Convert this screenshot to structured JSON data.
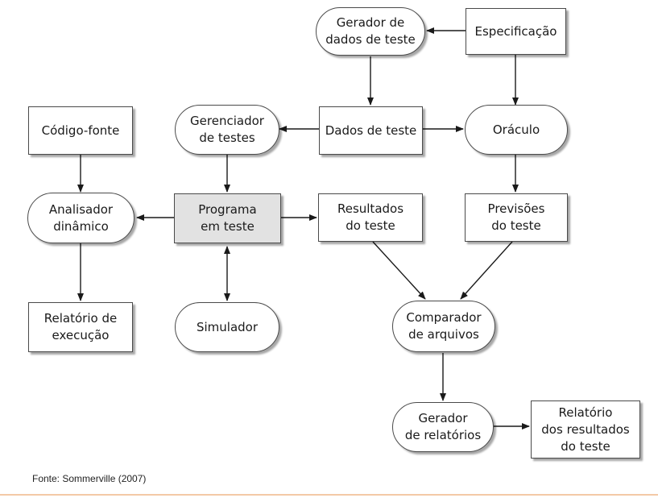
{
  "diagram": {
    "nodes": {
      "gerador_dados": "Gerador de\ndados de teste",
      "especificacao": "Especificação",
      "codigo_fonte": "Código-fonte",
      "gerenciador": "Gerenciador\nde testes",
      "dados_teste": "Dados de teste",
      "oraculo": "Oráculo",
      "analisador": "Analisador\ndinâmico",
      "programa": "Programa\nem teste",
      "resultados": "Resultados\ndo teste",
      "previsoes": "Previsões\ndo teste",
      "relatorio_execucao": "Relatório de\nexecução",
      "simulador": "Simulador",
      "comparador": "Comparador\nde arquivos",
      "gerador_relatorios": "Gerador\nde relatórios",
      "relatorio_resultados": "Relatório\ndos resultados\ndo teste"
    },
    "edges": [
      {
        "from": "especificacao",
        "to": "gerador_dados"
      },
      {
        "from": "gerador_dados",
        "to": "dados_teste"
      },
      {
        "from": "especificacao",
        "to": "oraculo"
      },
      {
        "from": "dados_teste",
        "to": "gerenciador"
      },
      {
        "from": "dados_teste",
        "to": "oraculo"
      },
      {
        "from": "codigo_fonte",
        "to": "analisador"
      },
      {
        "from": "gerenciador",
        "to": "programa"
      },
      {
        "from": "oraculo",
        "to": "previsoes"
      },
      {
        "from": "programa",
        "to": "analisador"
      },
      {
        "from": "programa",
        "to": "resultados"
      },
      {
        "from": "programa",
        "to": "simulador",
        "bidirectional": true
      },
      {
        "from": "analisador",
        "to": "relatorio_execucao"
      },
      {
        "from": "resultados",
        "to": "comparador"
      },
      {
        "from": "previsoes",
        "to": "comparador"
      },
      {
        "from": "comparador",
        "to": "gerador_relatorios"
      },
      {
        "from": "gerador_relatorios",
        "to": "relatorio_resultados"
      }
    ]
  },
  "source_note": "Fonte: Sommerville (2007)"
}
